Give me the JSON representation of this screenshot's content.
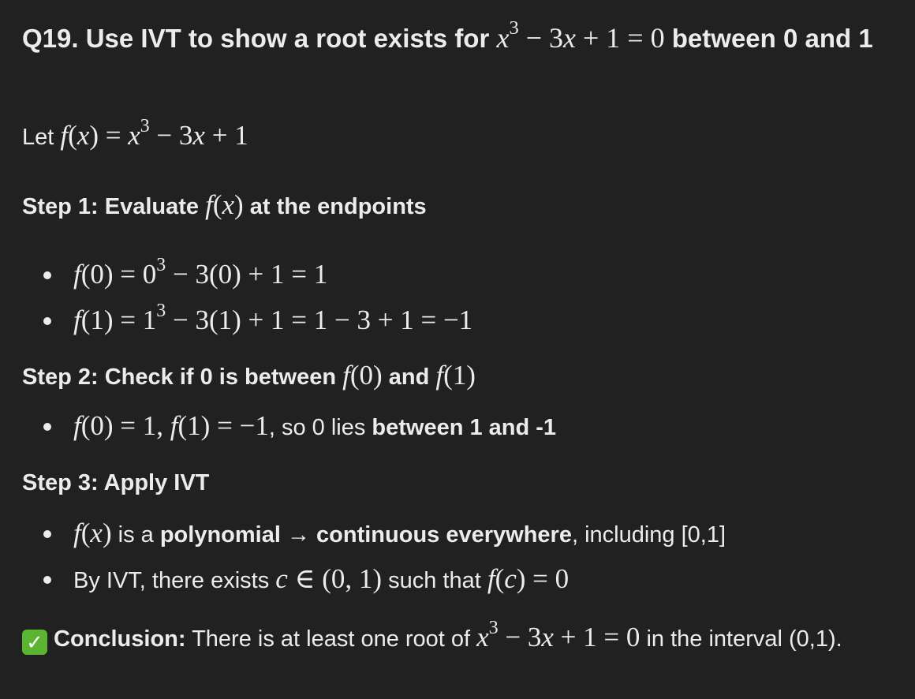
{
  "title": {
    "prefix": "Q19. Use IVT to show a root exists for ",
    "equation": {
      "x": "x",
      "exp": "3",
      "rest": " − 3",
      "x2": "x",
      "tail": " + 1 = 0"
    },
    "suffix": " between 0 and 1"
  },
  "definition": {
    "label": "Let ",
    "f": "f",
    "arg": "(",
    "x": "x",
    "close": ") = ",
    "x3": "x",
    "exp": "3",
    "rest": " − 3",
    "x4": "x",
    "tail": " + 1"
  },
  "steps": [
    {
      "heading_prefix": "Step 1: Evaluate ",
      "heading_math": {
        "f": "f",
        "open": "(",
        "x": "x",
        "close": ")"
      },
      "heading_suffix": " at the endpoints",
      "items": [
        {
          "f": "f",
          "pre": "(0) = 0",
          "exp": "3",
          "post": " − 3(0) + 1 = 1"
        },
        {
          "f": "f",
          "pre": "(1) = 1",
          "exp": "3",
          "post": " − 3(1) + 1 = 1 − 3 + 1 = −1"
        }
      ]
    },
    {
      "heading_prefix": "Step 2: Check if 0 is between ",
      "heading_math_a": {
        "f": "f",
        "rest": "(0)"
      },
      "heading_mid": " and ",
      "heading_math_b": {
        "f": "f",
        "rest": "(1)"
      },
      "items": [
        {
          "f1": "f",
          "m1": "(0) = 1,",
          "f2": "f",
          "m2": "(1) = −1",
          "text": ", so 0 lies ",
          "bold": "between 1 and -1"
        }
      ]
    },
    {
      "heading": "Step 3: Apply IVT",
      "items": [
        {
          "f": "f",
          "open": "(",
          "x": "x",
          "close": ")",
          "t1": " is a ",
          "b1": "polynomial → continuous everywhere",
          "t2": ", including [0,1]"
        },
        {
          "t1": "By IVT, there exists ",
          "c": "c",
          "m1": " ∈ (0, 1)",
          "t2": " such that ",
          "f": "f",
          "open": "(",
          "c2": "c",
          "close": ") = 0"
        }
      ]
    }
  ],
  "conclusion": {
    "icon": "✓",
    "label": "Conclusion:",
    "text1": " There is at least one root of ",
    "x": "x",
    "exp": "3",
    "rest": " − 3",
    "x2": "x",
    "tail": " + 1 = 0",
    "text2": " in the interval (0,1)."
  },
  "colors": {
    "background": "#212121",
    "text": "#ececec",
    "check": "#5bb531"
  }
}
